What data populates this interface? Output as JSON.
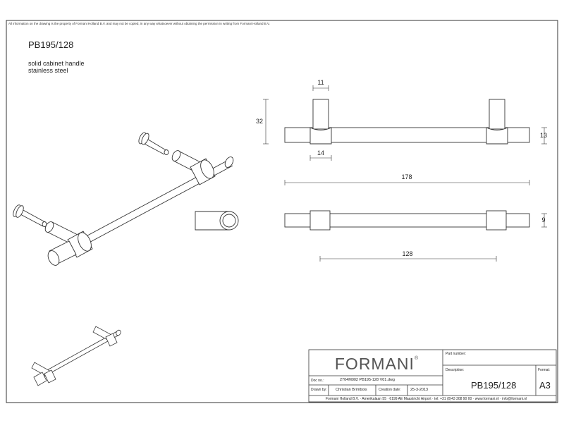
{
  "header": {
    "disclaimer": "All information on the drawing is the property of Formani Holland B.V. and may not be copied, in any way whatsoever without obtaining the permission in writing from Formani Holland B.V."
  },
  "product": {
    "code": "PB195/128",
    "description_line1": "solid cabinet handle",
    "description_line2": "stainless steel"
  },
  "dimensions": {
    "foot_width": "11",
    "height": "32",
    "collar_width": "14",
    "bar_height": "13",
    "overall_length": "178",
    "bar_diameter": "9",
    "center_distance": "128"
  },
  "title_block": {
    "brand": "FORMANI",
    "brand_mark": "®",
    "part_number_label": "Part number:",
    "part_number_value": "",
    "doc_no_label": "Doc no.:",
    "doc_no_value": "2704M002 PB195-128 V01.dwg",
    "description_label": "Description:",
    "description_value": "PB195/128",
    "format_label": "Format:",
    "format_value": "A3",
    "drawn_by_label": "Drawn by:",
    "drawn_by_value": "Christian Brimbois",
    "creation_date_label": "Creation date:",
    "creation_date_value": "25-3-2013",
    "footer": "Formani Holland B.V.  ·  Amerikalaan 55  ·  6199 AE Maastricht Airport  ·  tel: +31 (0)43 308 90 00  ·  www.formani.nl  ·  info@formani.nl"
  }
}
